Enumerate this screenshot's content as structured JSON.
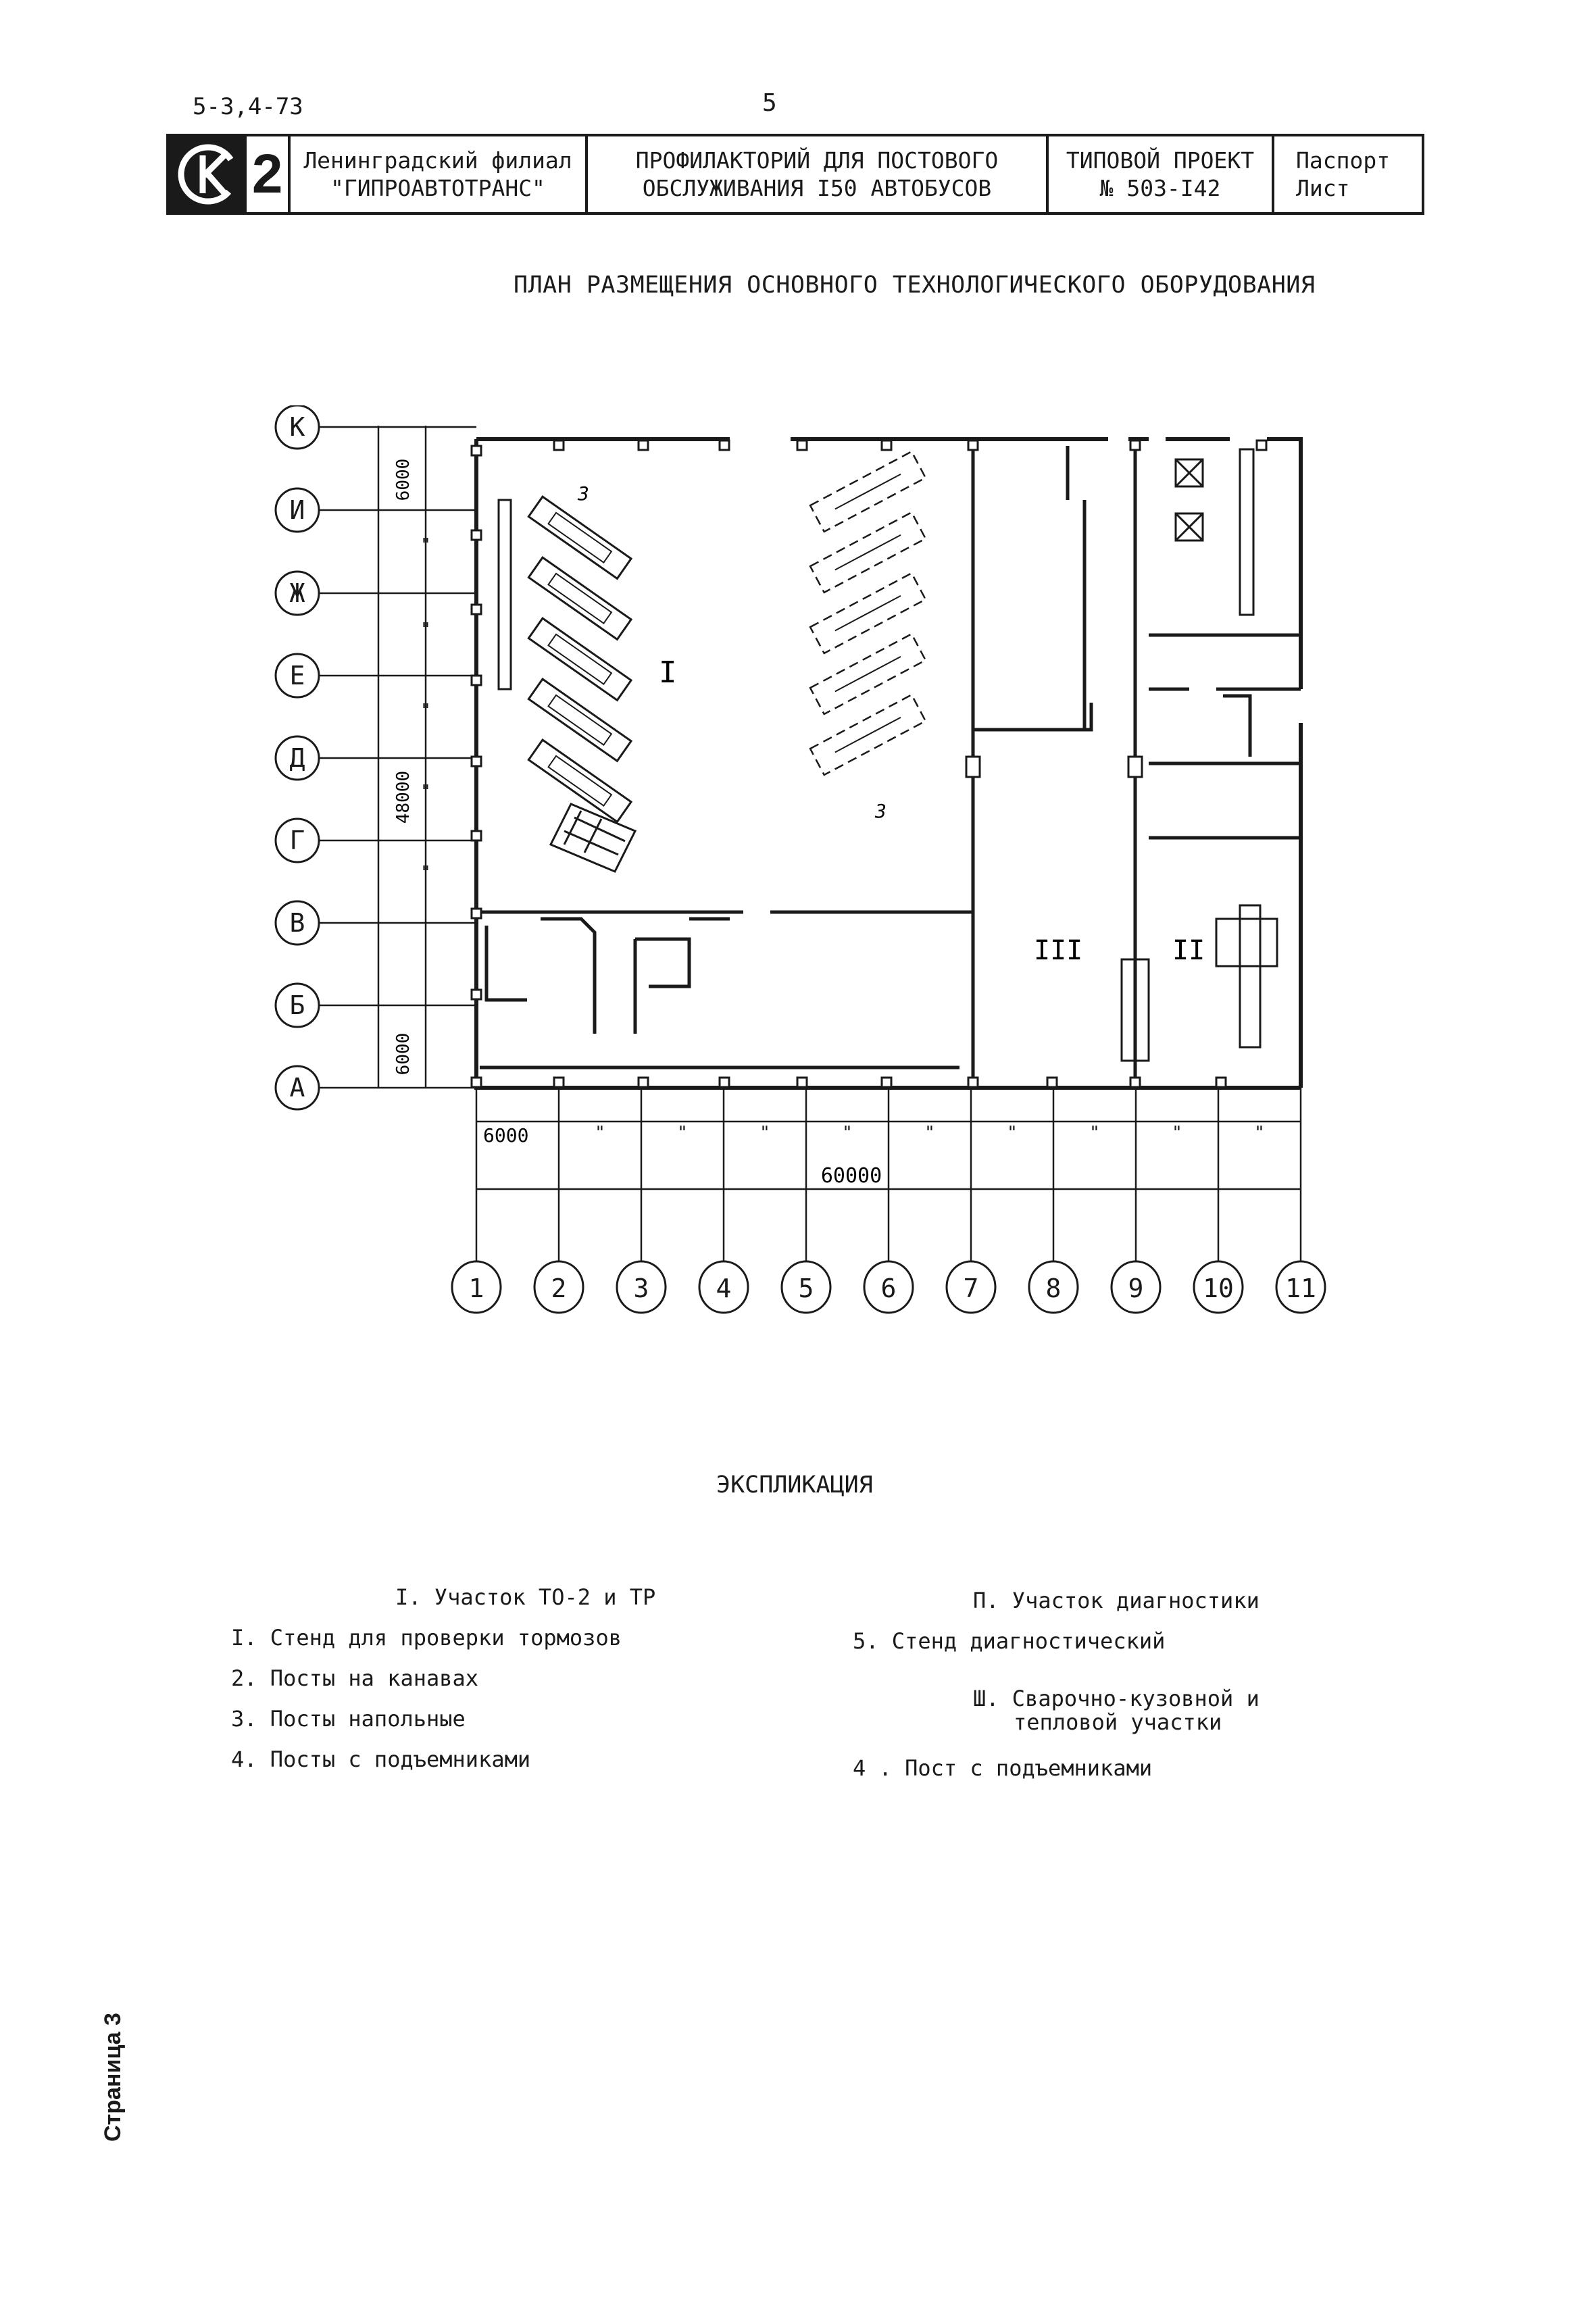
{
  "doc_code": "5-3,4-73",
  "page_number": "5",
  "header": {
    "logo_digit": "2",
    "org_line1": "Ленинградский филиал",
    "org_line2": "\"ГИПРОАВТОТРАНС\"",
    "object_line1": "ПРОФИЛАКТОРИЙ ДЛЯ ПОСТОВОГО",
    "object_line2": "ОБСЛУЖИВАНИЯ I50 АВТОБУСОВ",
    "project_line1": "ТИПОВОЙ ПРОЕКТ",
    "project_line2": "№ 503-I42",
    "sheet_line1": "Паспорт",
    "sheet_line2": "Лист"
  },
  "plan": {
    "title": "ПЛАН РАЗМЕЩЕНИЯ ОСНОВНОГО ТЕХНОЛОГИЧЕСКОГО ОБОРУДОВАНИЯ",
    "row_axes": [
      "К",
      "И",
      "Ж",
      "Е",
      "Д",
      "Г",
      "В",
      "Б",
      "А"
    ],
    "column_axes": [
      "1",
      "2",
      "3",
      "4",
      "5",
      "6",
      "7",
      "8",
      "9",
      "10",
      "11"
    ],
    "dim_top": "6000",
    "dim_total_height": "48000",
    "dim_bottom": "6000",
    "dim_first_col": "6000",
    "dim_total_width": "60000",
    "repeat_mark": "\"",
    "zone_1": "I",
    "zone_2": "II",
    "zone_3": "III",
    "post_label_3": "3"
  },
  "explication": {
    "title": "ЭКСПЛИКАЦИЯ",
    "left_heading": "I.  Участок ТО-2 и ТР",
    "left_items": [
      "I. Стенд для проверки тормозов",
      "2. Посты на канавах",
      "3. Посты напольные",
      "4. Посты с подъемниками"
    ],
    "right_heading": "П. Участок диагностики",
    "right_item_5": "5.    Стенд диагностический",
    "right_heading_3_line1": "Ш. Сварочно-кузовной и",
    "right_heading_3_line2": "тепловой участки",
    "right_item_4": "4 .    Пост с подъемниками"
  },
  "side_note": "Страница 3"
}
